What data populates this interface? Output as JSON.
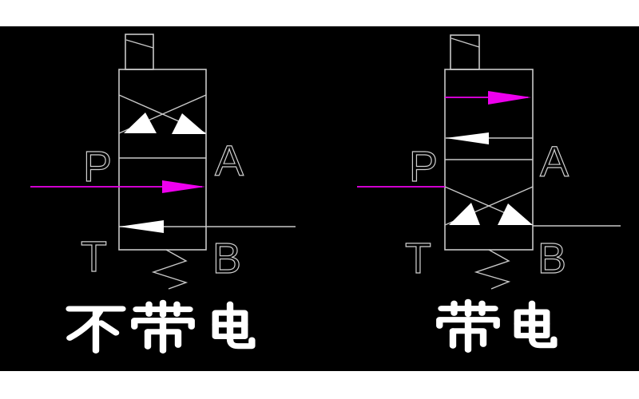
{
  "colors": {
    "background": "#000000",
    "frame_border": "#ffffff",
    "line_gray": "#c8c8c8",
    "flow_highlight_magenta": "#ee00ee",
    "arrow_fill_white": "#ffffff"
  },
  "valves": {
    "deenergized": {
      "caption": "不带电",
      "ports": {
        "p": "P",
        "a": "A",
        "t": "T",
        "b": "B"
      }
    },
    "energized": {
      "caption": "带电",
      "ports": {
        "p": "P",
        "a": "A",
        "t": "T",
        "b": "B"
      }
    }
  }
}
